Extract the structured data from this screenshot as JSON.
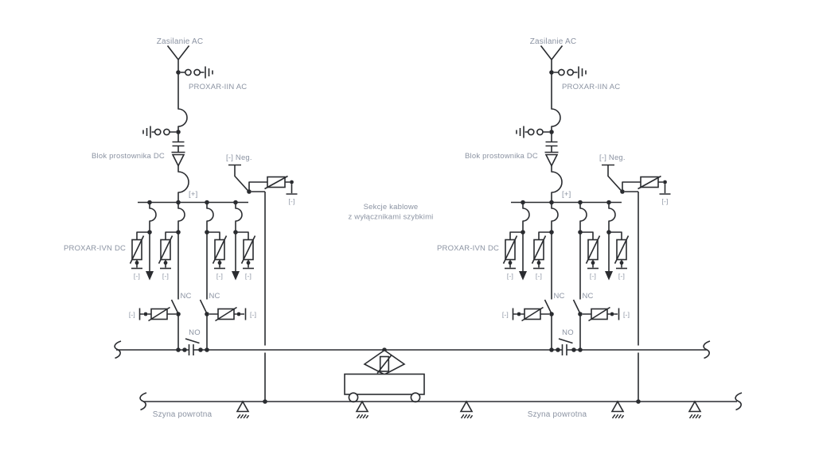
{
  "colors": {
    "line": "#2a2c30",
    "label": "#8b93a2",
    "background": "#ffffff"
  },
  "substation": {
    "feed_label": "Zasilanie AC",
    "ac_surge_device": "PROXAR-IIN AC",
    "rectifier_label": "Blok prostownika DC",
    "positive_label": "[+]",
    "negative_branch": {
      "label": "[-] Neg.",
      "terminal": "[-]"
    },
    "dc_surge_device": "PROXAR-IVN DC",
    "feeders": {
      "terminals": [
        "[-]",
        "[-]",
        "[-]",
        "[-]"
      ]
    },
    "nc_switches": {
      "label": "NC",
      "terminals": [
        "[-]",
        "[-]"
      ]
    },
    "no_switch": {
      "label": "NO"
    }
  },
  "center_note": {
    "line1": "Sekcje kablowe",
    "line2": "z wyłącznikami szybkimi"
  },
  "rails": {
    "return_label": "Szyna powrotna"
  }
}
